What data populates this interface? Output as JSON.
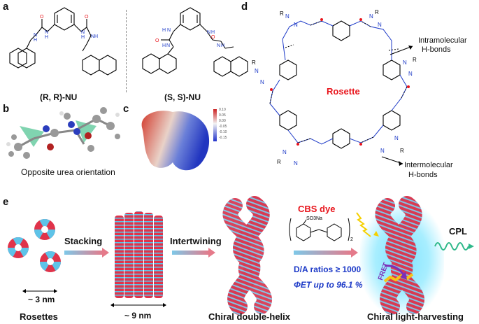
{
  "panels": {
    "a": "a",
    "b": "b",
    "c": "c",
    "d": "d",
    "e": "e"
  },
  "panel_a": {
    "rr_label": "(R, R)-NU",
    "ss_label": "(S, S)-NU"
  },
  "panel_b": {
    "caption": "Opposite urea orientation"
  },
  "panel_c": {
    "colorbar_ticks": [
      "0.10",
      "0.05",
      "0.00",
      "-0.05",
      "-0.10",
      "-0.15"
    ]
  },
  "panel_d": {
    "center_label": "Rosette",
    "intra_label_1": "Intramolecular",
    "intra_label_2": "H-bonds",
    "inter_label_1": "Intermolecular",
    "inter_label_2": "H-bonds"
  },
  "panel_e": {
    "stacking": "Stacking",
    "intertwining": "Intertwining",
    "dye_title": "CBS dye",
    "dye_formula_group": "SO3Na",
    "dye_subscript": "2",
    "ratio": "D/A ratios ≥ 1000",
    "phi": "ΦET up to 96.1 %",
    "fret": "FRET",
    "cpl": "CPL",
    "size_3nm": "~ 3 nm",
    "size_9nm": "~ 9 nm",
    "label_rosettes": "Rosettes",
    "label_helix": "Chiral double-helix",
    "label_light": "Chiral light-harvesting"
  },
  "colors": {
    "red": "#e8141b",
    "blue": "#1c39c7",
    "rosette_red": "#e0334a",
    "rosette_blue": "#5ec3e8"
  }
}
